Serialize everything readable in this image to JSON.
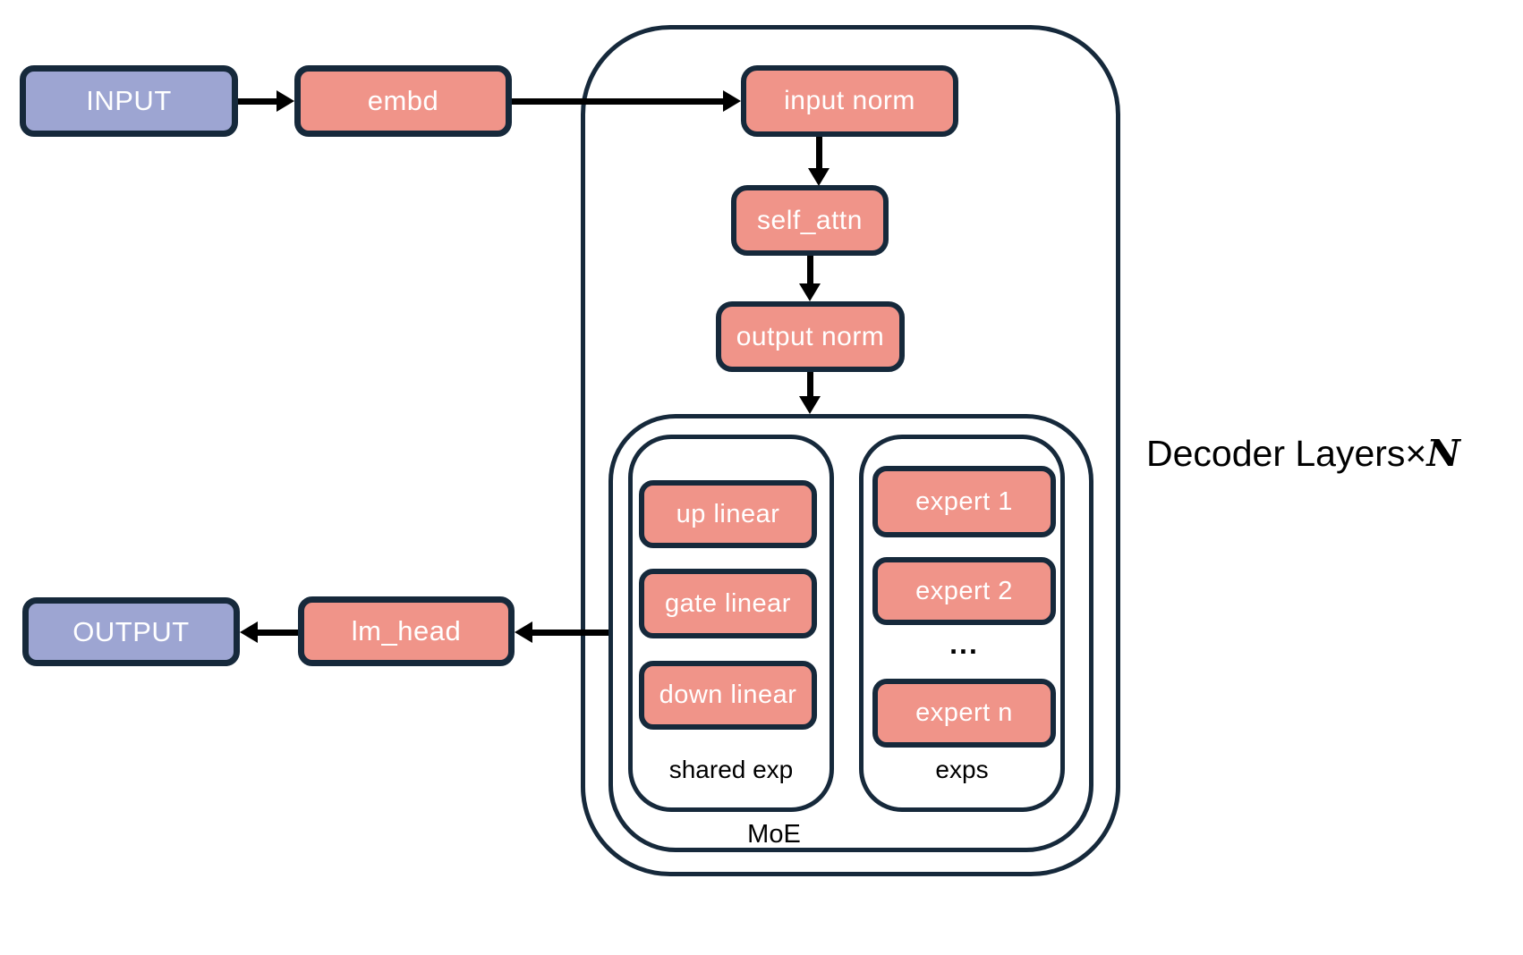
{
  "colors": {
    "box_salmon": "#F09489",
    "box_purple": "#9DA5D2",
    "border_navy": "#16293B",
    "arrow_black": "#000000",
    "background": "#FFFFFF"
  },
  "nodes": {
    "input": "INPUT",
    "embd": "embd",
    "input_norm": "input norm",
    "self_attn": "self_attn",
    "output_norm": "output norm",
    "lm_head": "lm_head",
    "output": "OUTPUT"
  },
  "moe": {
    "label": "MoE",
    "shared_exp": {
      "label": "shared exp",
      "items": [
        "up linear",
        "gate linear",
        "down linear"
      ]
    },
    "exps": {
      "label": "exps",
      "experts": [
        "expert 1",
        "expert 2",
        "expert n"
      ],
      "ellipsis": "..."
    }
  },
  "annotations": {
    "decoder_layers_prefix": "Decoder Layers×",
    "decoder_layers_n": "N"
  }
}
